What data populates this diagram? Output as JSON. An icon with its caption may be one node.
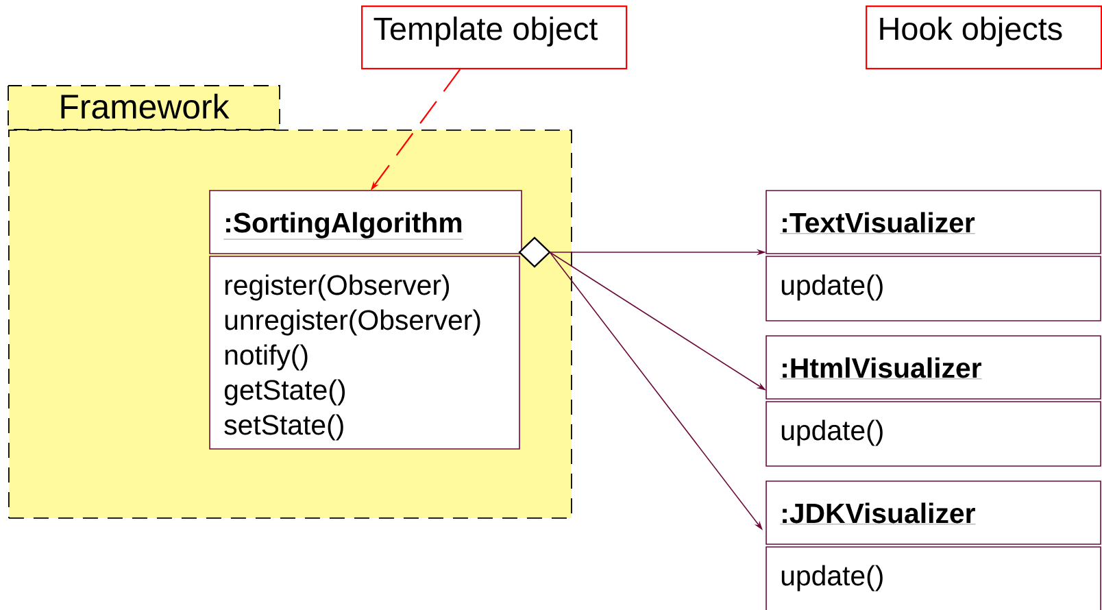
{
  "diagram": {
    "nodes": [
      {
        "text": [
          "Framework"
        ]
      },
      {
        "text": [
          "Template object"
        ]
      },
      {
        "text": [
          "Hook objects"
        ]
      },
      {
        "text": [
          ":SortingAlgorithm",
          "register(Observer)",
          "unregister(Observer)",
          "notify()",
          "getState()",
          "setState()"
        ],
        "in": 0
      },
      {
        "text": [
          ":TextVisualizer",
          "update()"
        ]
      },
      {
        "text": [
          ":HtmlVisualizer",
          "update()"
        ]
      },
      {
        "text": [
          ":JDKVisualizer",
          "update()"
        ]
      }
    ],
    "edges": [
      {
        "from": 1,
        "to": 3,
        "arrow": "to",
        "style": "dashed",
        "color": "#ff0000"
      },
      {
        "from": 3,
        "to": 4,
        "arrow": "to"
      },
      {
        "from": 3,
        "to": 5,
        "arrow": "to"
      },
      {
        "from": 3,
        "to": 6,
        "arrow": "to"
      }
    ]
  }
}
